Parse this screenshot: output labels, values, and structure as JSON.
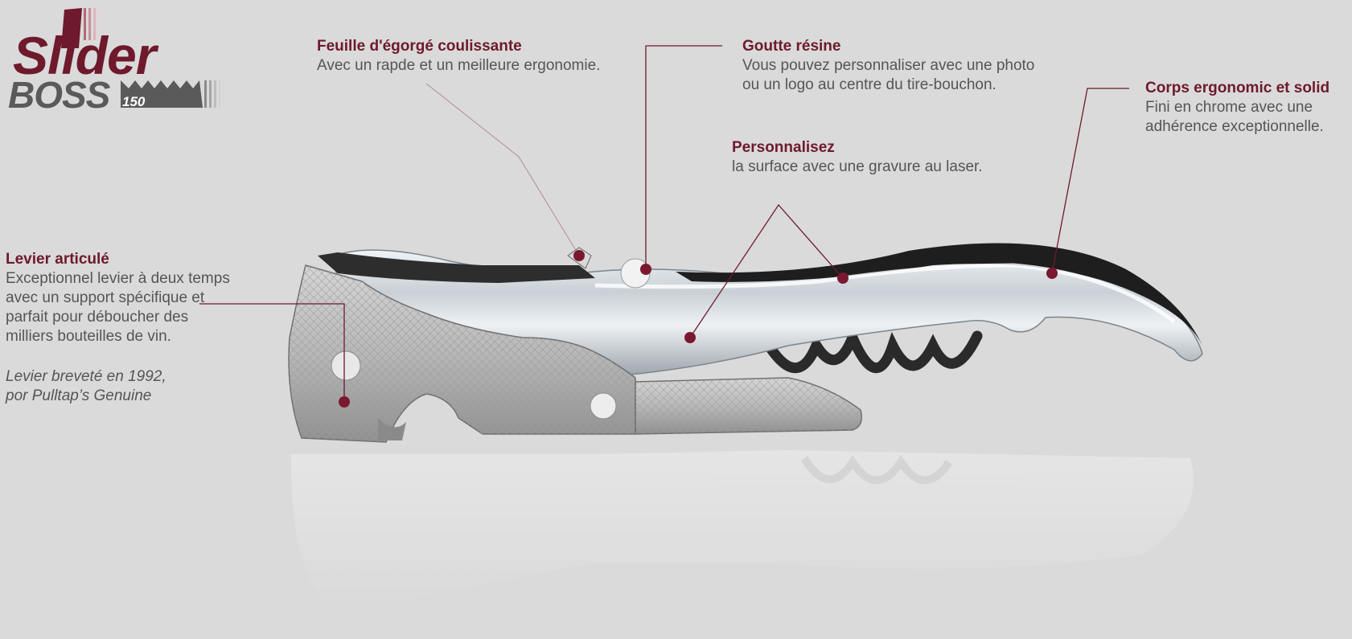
{
  "logo": {
    "line1": "Slider",
    "line2": "BOSS",
    "badge": "150"
  },
  "callouts": {
    "feuille": {
      "title": "Feuille d'égorgé coulissante",
      "text": "Avec un rapde et un meilleure ergonomie."
    },
    "goutte": {
      "title": "Goutte résine",
      "line1": "Vous pouvez personnaliser avec une photo",
      "line2": "ou un logo au centre du tire-bouchon."
    },
    "corps": {
      "title": "Corps ergonomic et solid",
      "line1": "Fini en chrome avec une",
      "line2": "adhérence exceptionnelle."
    },
    "personnalisez": {
      "title": "Personnalisez",
      "text": "la surface avec une gravure au laser."
    },
    "levier": {
      "title": "Levier articulé",
      "line1": "Exceptionnel levier à deux temps",
      "line2": "avec un support spécifique et",
      "line3": "parfait pour déboucher des",
      "line4": "milliers bouteilles de vin.",
      "note1": "Levier breveté en 1992,",
      "note2": "por Pulltap’s Genuine"
    }
  },
  "colors": {
    "background": "#dadada",
    "accent": "#6e1a2c",
    "body_text": "#555555",
    "logo_grey": "#5a5a5a"
  }
}
